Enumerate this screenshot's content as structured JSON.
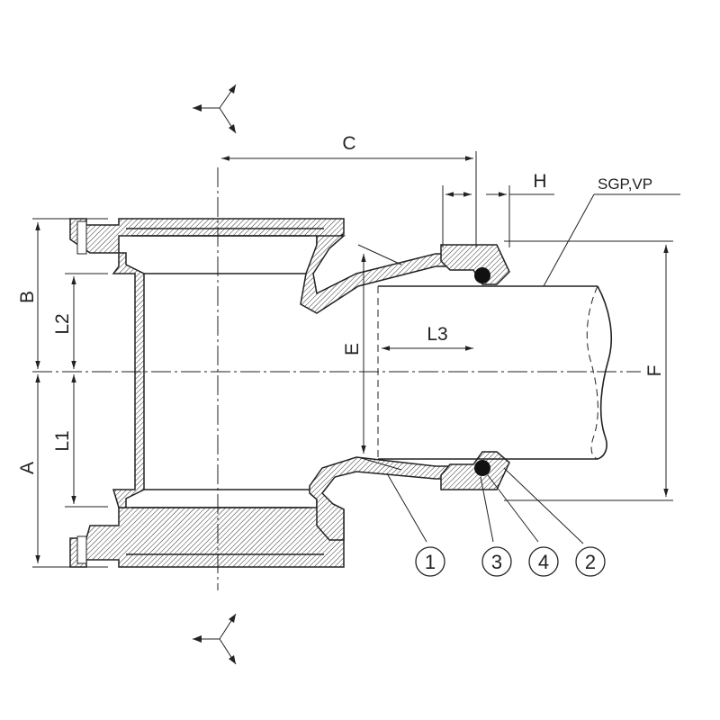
{
  "dimensions": {
    "a": "A",
    "b": "B",
    "c": "C",
    "e": "E",
    "f": "F",
    "h": "H",
    "l1": "L1",
    "l2": "L2",
    "l3": "L3"
  },
  "pipe_label": "SGP,VP",
  "balloons": [
    "1",
    "3",
    "4",
    "2"
  ]
}
